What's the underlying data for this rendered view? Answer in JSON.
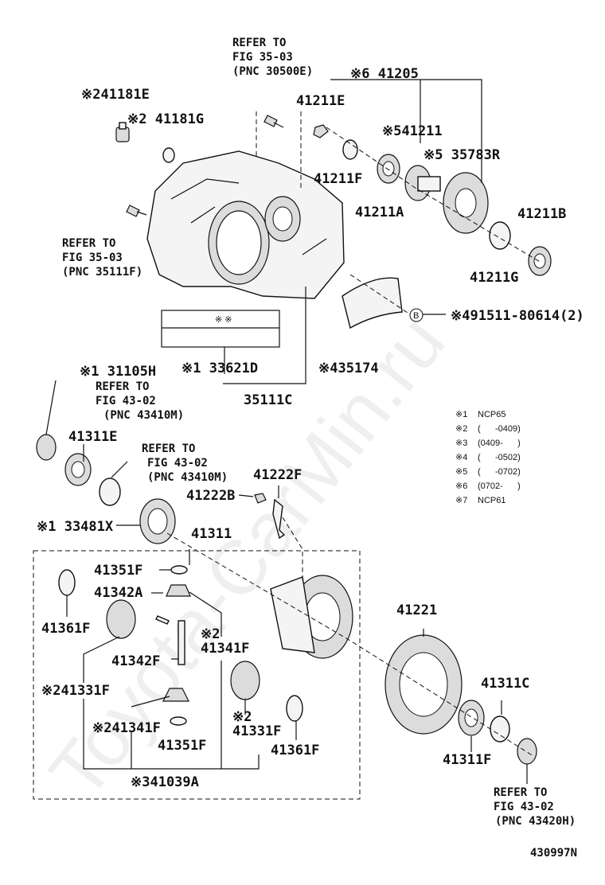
{
  "watermark": "Toyota-CarMin.ru",
  "figure_code": "430997N",
  "refer_boxes": {
    "top": [
      "REFER TO",
      "FIG 35-03",
      "(PNC 30500E)"
    ],
    "left": [
      "REFER TO",
      "FIG 35-03",
      "(PNC 35111F)"
    ],
    "mid": [
      "REFER TO",
      "FIG 43-02",
      "(PNC 43410M)"
    ],
    "mid2": [
      "REFER TO",
      "FIG 43-02",
      "(PNC 43410M)"
    ],
    "bottom": [
      "REFER TO",
      "FIG 43-02",
      "(PNC 43420H)"
    ]
  },
  "labels": {
    "p41181E": "※241181E",
    "p41181G": "※2 41181G",
    "p41205": "※6 41205",
    "p41211E": "41211E",
    "p41211": "※541211",
    "p35783R": "※5 35783R",
    "p41211F": "41211F",
    "p41211A": "41211A",
    "p41211B": "41211B",
    "p41211G": "41211G",
    "p491511": "※491511-80614(2)",
    "p435174": "※435174",
    "p33621D": "※1 33621D",
    "p35111C": "35111C",
    "p31105H": "※1 31105H",
    "p41311E": "41311E",
    "p41222F": "41222F",
    "p41222B": "41222B",
    "p33481X": "※1 33481X",
    "p41311": "41311",
    "p41351F_a": "41351F",
    "p41342A": "41342A",
    "p41361F_a": "41361F",
    "p41341F_a": "41341F",
    "p41342F": "41342F",
    "p41331F_a": "※241331F",
    "p41341F_b": "※241341F",
    "p41351F_b": "41351F",
    "p41331F_b": "41331F",
    "p41361F_b": "41361F",
    "p41039A": "※341039A",
    "p41221": "41221",
    "p41311C": "41311C",
    "p41311F": "41311F",
    "star2": "※2",
    "label_box": "※ ※",
    "b_marker": "B"
  },
  "legend": [
    {
      "key": "※1",
      "value": "NCP65"
    },
    {
      "key": "※2",
      "value": "(      -0409)"
    },
    {
      "key": "※3",
      "value": "(0409-      )"
    },
    {
      "key": "※4",
      "value": "(      -0502)"
    },
    {
      "key": "※5",
      "value": "(      -0702)"
    },
    {
      "key": "※6",
      "value": "(0702-      )"
    },
    {
      "key": "※7",
      "value": "NCP61"
    }
  ]
}
